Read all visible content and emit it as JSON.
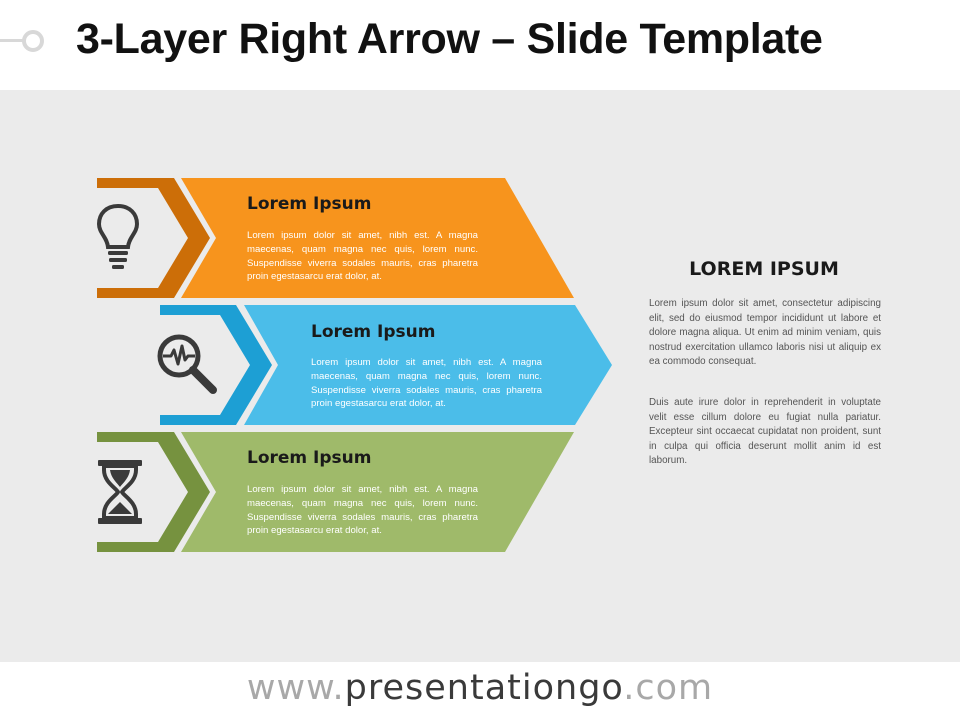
{
  "slide": {
    "title": "3-Layer Right Arrow – Slide Template"
  },
  "layers": [
    {
      "heading": "Lorem Ipsum",
      "body": "Lorem ipsum dolor sit amet, nibh est. A magna maecenas, quam magna nec quis, lorem nunc. Suspendisse viverra sodales mauris, cras pharetra proin egestasarcu erat dolor, at.",
      "icon": "lightbulb-icon",
      "color": "#f7941d",
      "dark_color": "#cc6e08"
    },
    {
      "heading": "Lorem Ipsum",
      "body": "Lorem ipsum dolor sit amet, nibh est. A magna maecenas, quam magna nec quis, lorem nunc. Suspendisse viverra sodales mauris, cras pharetra proin egestasarcu erat dolor, at.",
      "icon": "magnifier-pulse-icon",
      "color": "#4bbde9",
      "dark_color": "#1d9fd4"
    },
    {
      "heading": "Lorem Ipsum",
      "body": "Lorem ipsum dolor sit amet, nibh est. A magna maecenas, quam magna nec quis, lorem nunc. Suspendisse viverra sodales mauris, cras pharetra proin egestasarcu erat dolor, at.",
      "icon": "hourglass-icon",
      "color": "#9fba6a",
      "dark_color": "#76923f"
    }
  ],
  "sidebar": {
    "title": "LOREM IPSUM",
    "paragraph1": "Lorem ipsum dolor sit amet, consectetur adipiscing elit, sed do eiusmod tempor incididunt ut labore et dolore magna aliqua. Ut enim ad minim veniam, quis nostrud exercitation ullamco laboris nisi ut aliquip ex ea commodo consequat.",
    "paragraph2": "Duis aute irure dolor in reprehenderit in voluptate velit esse cillum dolore eu fugiat nulla pariatur. Excepteur sint occaecat cupidatat non proident, sunt in culpa qui officia deserunt mollit anim id est laborum."
  },
  "footer": {
    "prefix": "www.",
    "brand": "presentationgo",
    "suffix": ".com"
  }
}
